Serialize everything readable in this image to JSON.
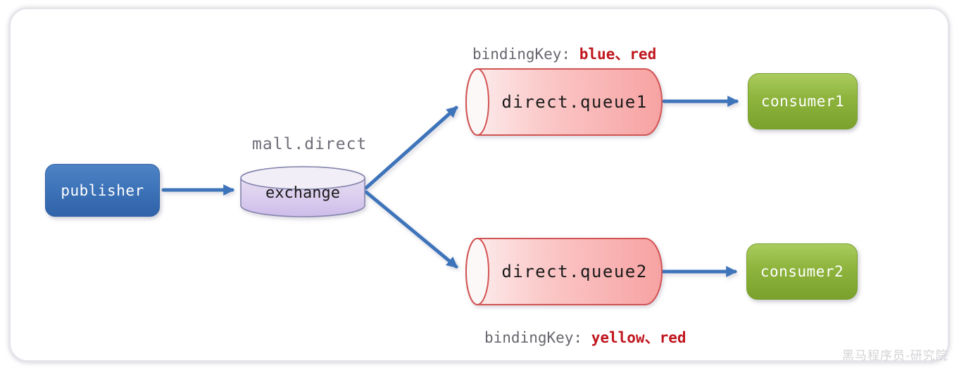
{
  "diagram": {
    "publisher": {
      "label": "publisher"
    },
    "exchange": {
      "label": "exchange",
      "name_label": "mall.direct"
    },
    "queues": [
      {
        "label": "direct.queue1",
        "binding_prefix": "bindingKey: ",
        "binding_keys": "blue、red"
      },
      {
        "label": "direct.queue2",
        "binding_prefix": "bindingKey: ",
        "binding_keys": "yellow、red"
      }
    ],
    "consumers": [
      {
        "label": "consumer1"
      },
      {
        "label": "consumer2"
      }
    ],
    "watermark": "黑马程序员-研究院",
    "colors": {
      "arrow_blue": "#3e74ba",
      "publisher_blue_top": "#4e84c5",
      "publisher_blue_bottom": "#3062a8",
      "consumer_green_top": "#aacc5f",
      "consumer_green_bottom": "#7aa12c",
      "queue_pink_light": "#fdf1f1",
      "queue_pink_dark": "#f7a2a2",
      "queue_border": "#d25454",
      "exchange_lavender_top": "#ebe6f5",
      "exchange_lavender_bottom": "#cdbcea",
      "exchange_border": "#8585ad",
      "binding_red": "#c0161e",
      "label_gray": "#66666e",
      "watermark_gray": "#d3d3d6"
    }
  }
}
